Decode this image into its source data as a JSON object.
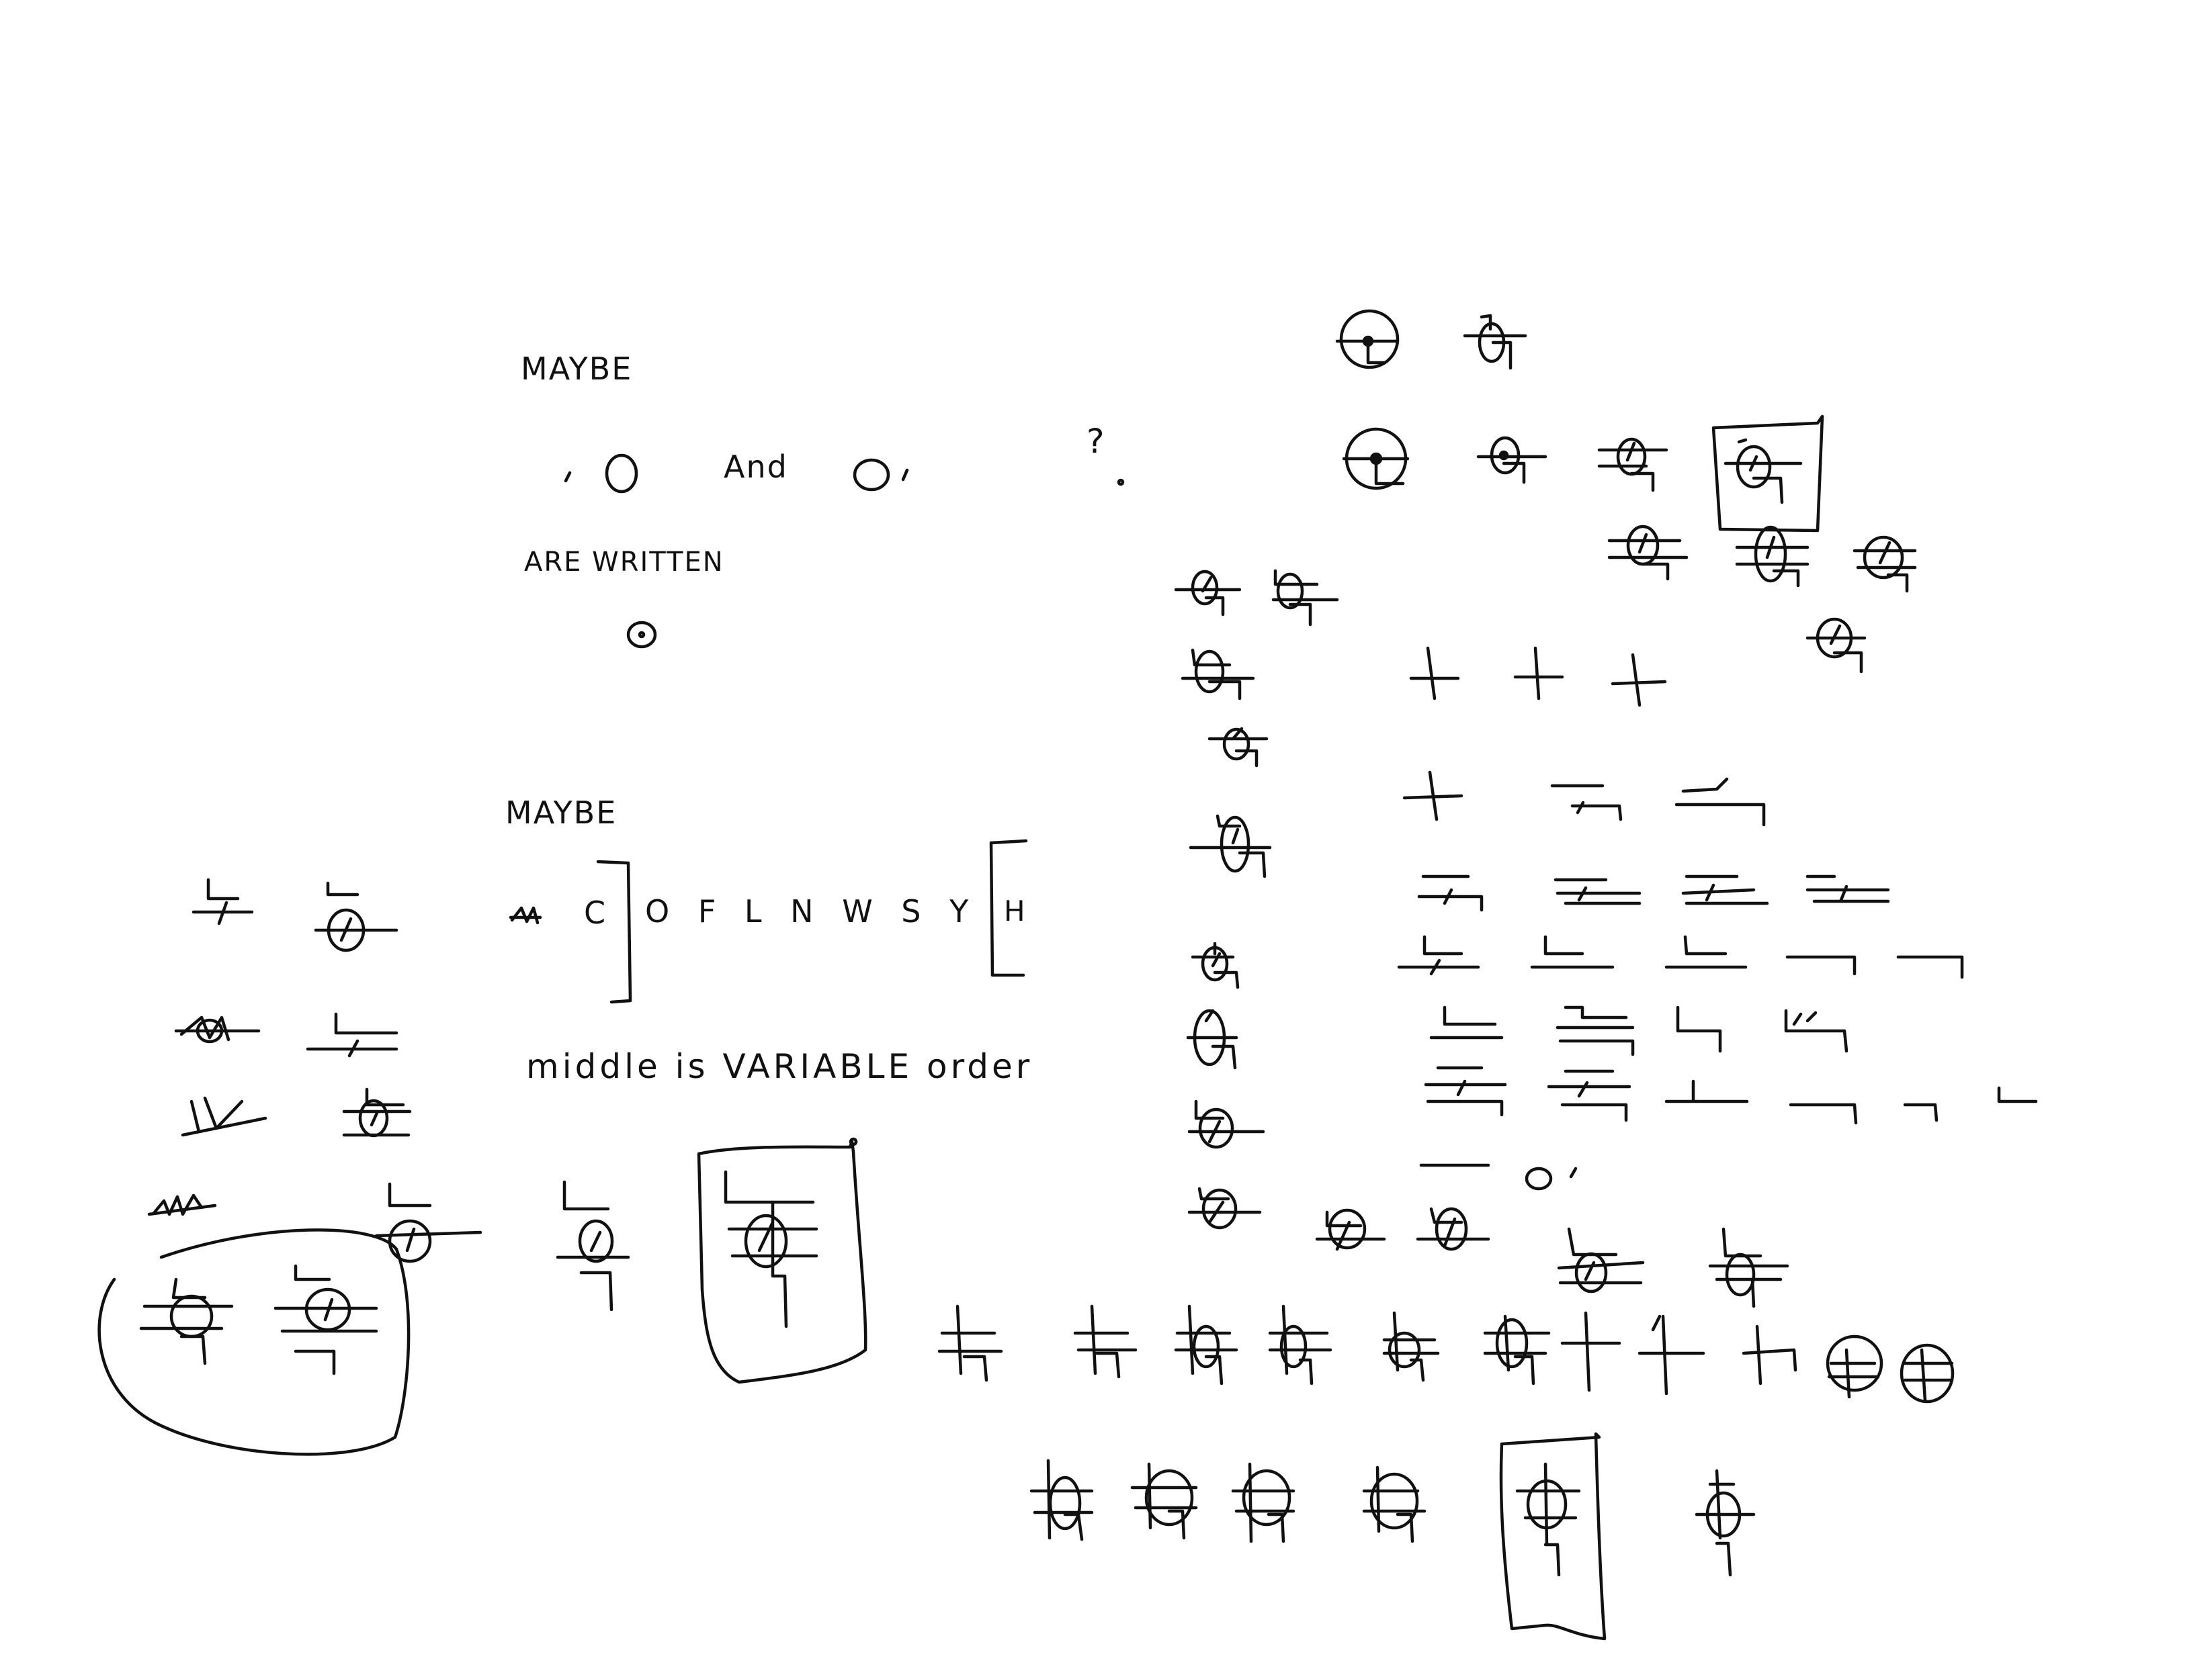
{
  "notes": {
    "maybe_1": "MAYBE",
    "and_text": "And",
    "question": "?",
    "are_written": "ARE WRITTEN",
    "maybe_2": "MAYBE",
    "letter_c": "C",
    "letter_row": "O F L N W S Y",
    "letter_h": "H",
    "middle_note": "middle is VARIABLE order"
  },
  "colors": {
    "ink": "#111111",
    "paper": "#ffffff"
  }
}
